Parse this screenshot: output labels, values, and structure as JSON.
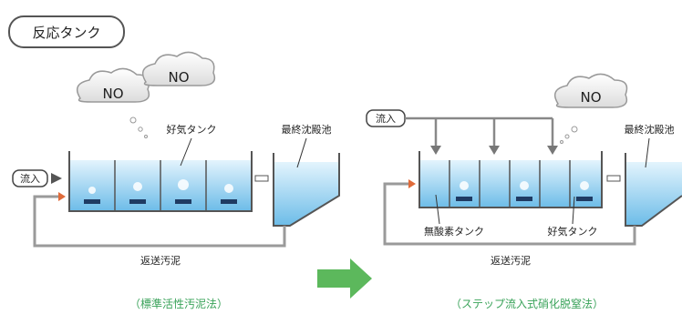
{
  "header_label": "反応タンク",
  "gas": {
    "no": "NO"
  },
  "left": {
    "inflow": "流入",
    "aeration_tank": "好気タンク",
    "final_settling": "最終沈殿池",
    "return_sludge": "返送汚泥",
    "caption": "（標準活性汚泥法）"
  },
  "right": {
    "inflow": "流入",
    "final_settling": "最終沈殿池",
    "anoxic_tank": "無酸素タンク",
    "aeration_tank": "好気タンク",
    "return_sludge": "返送汚泥",
    "caption": "（ステップ流入式硝化脱窒法）"
  },
  "colors": {
    "water_top": "#d6eefb",
    "water_bottom": "#6fbfe9",
    "arrow_green": "#5cb85c",
    "caption_green": "#3aa35a",
    "pipe": "#8a8a8a"
  }
}
